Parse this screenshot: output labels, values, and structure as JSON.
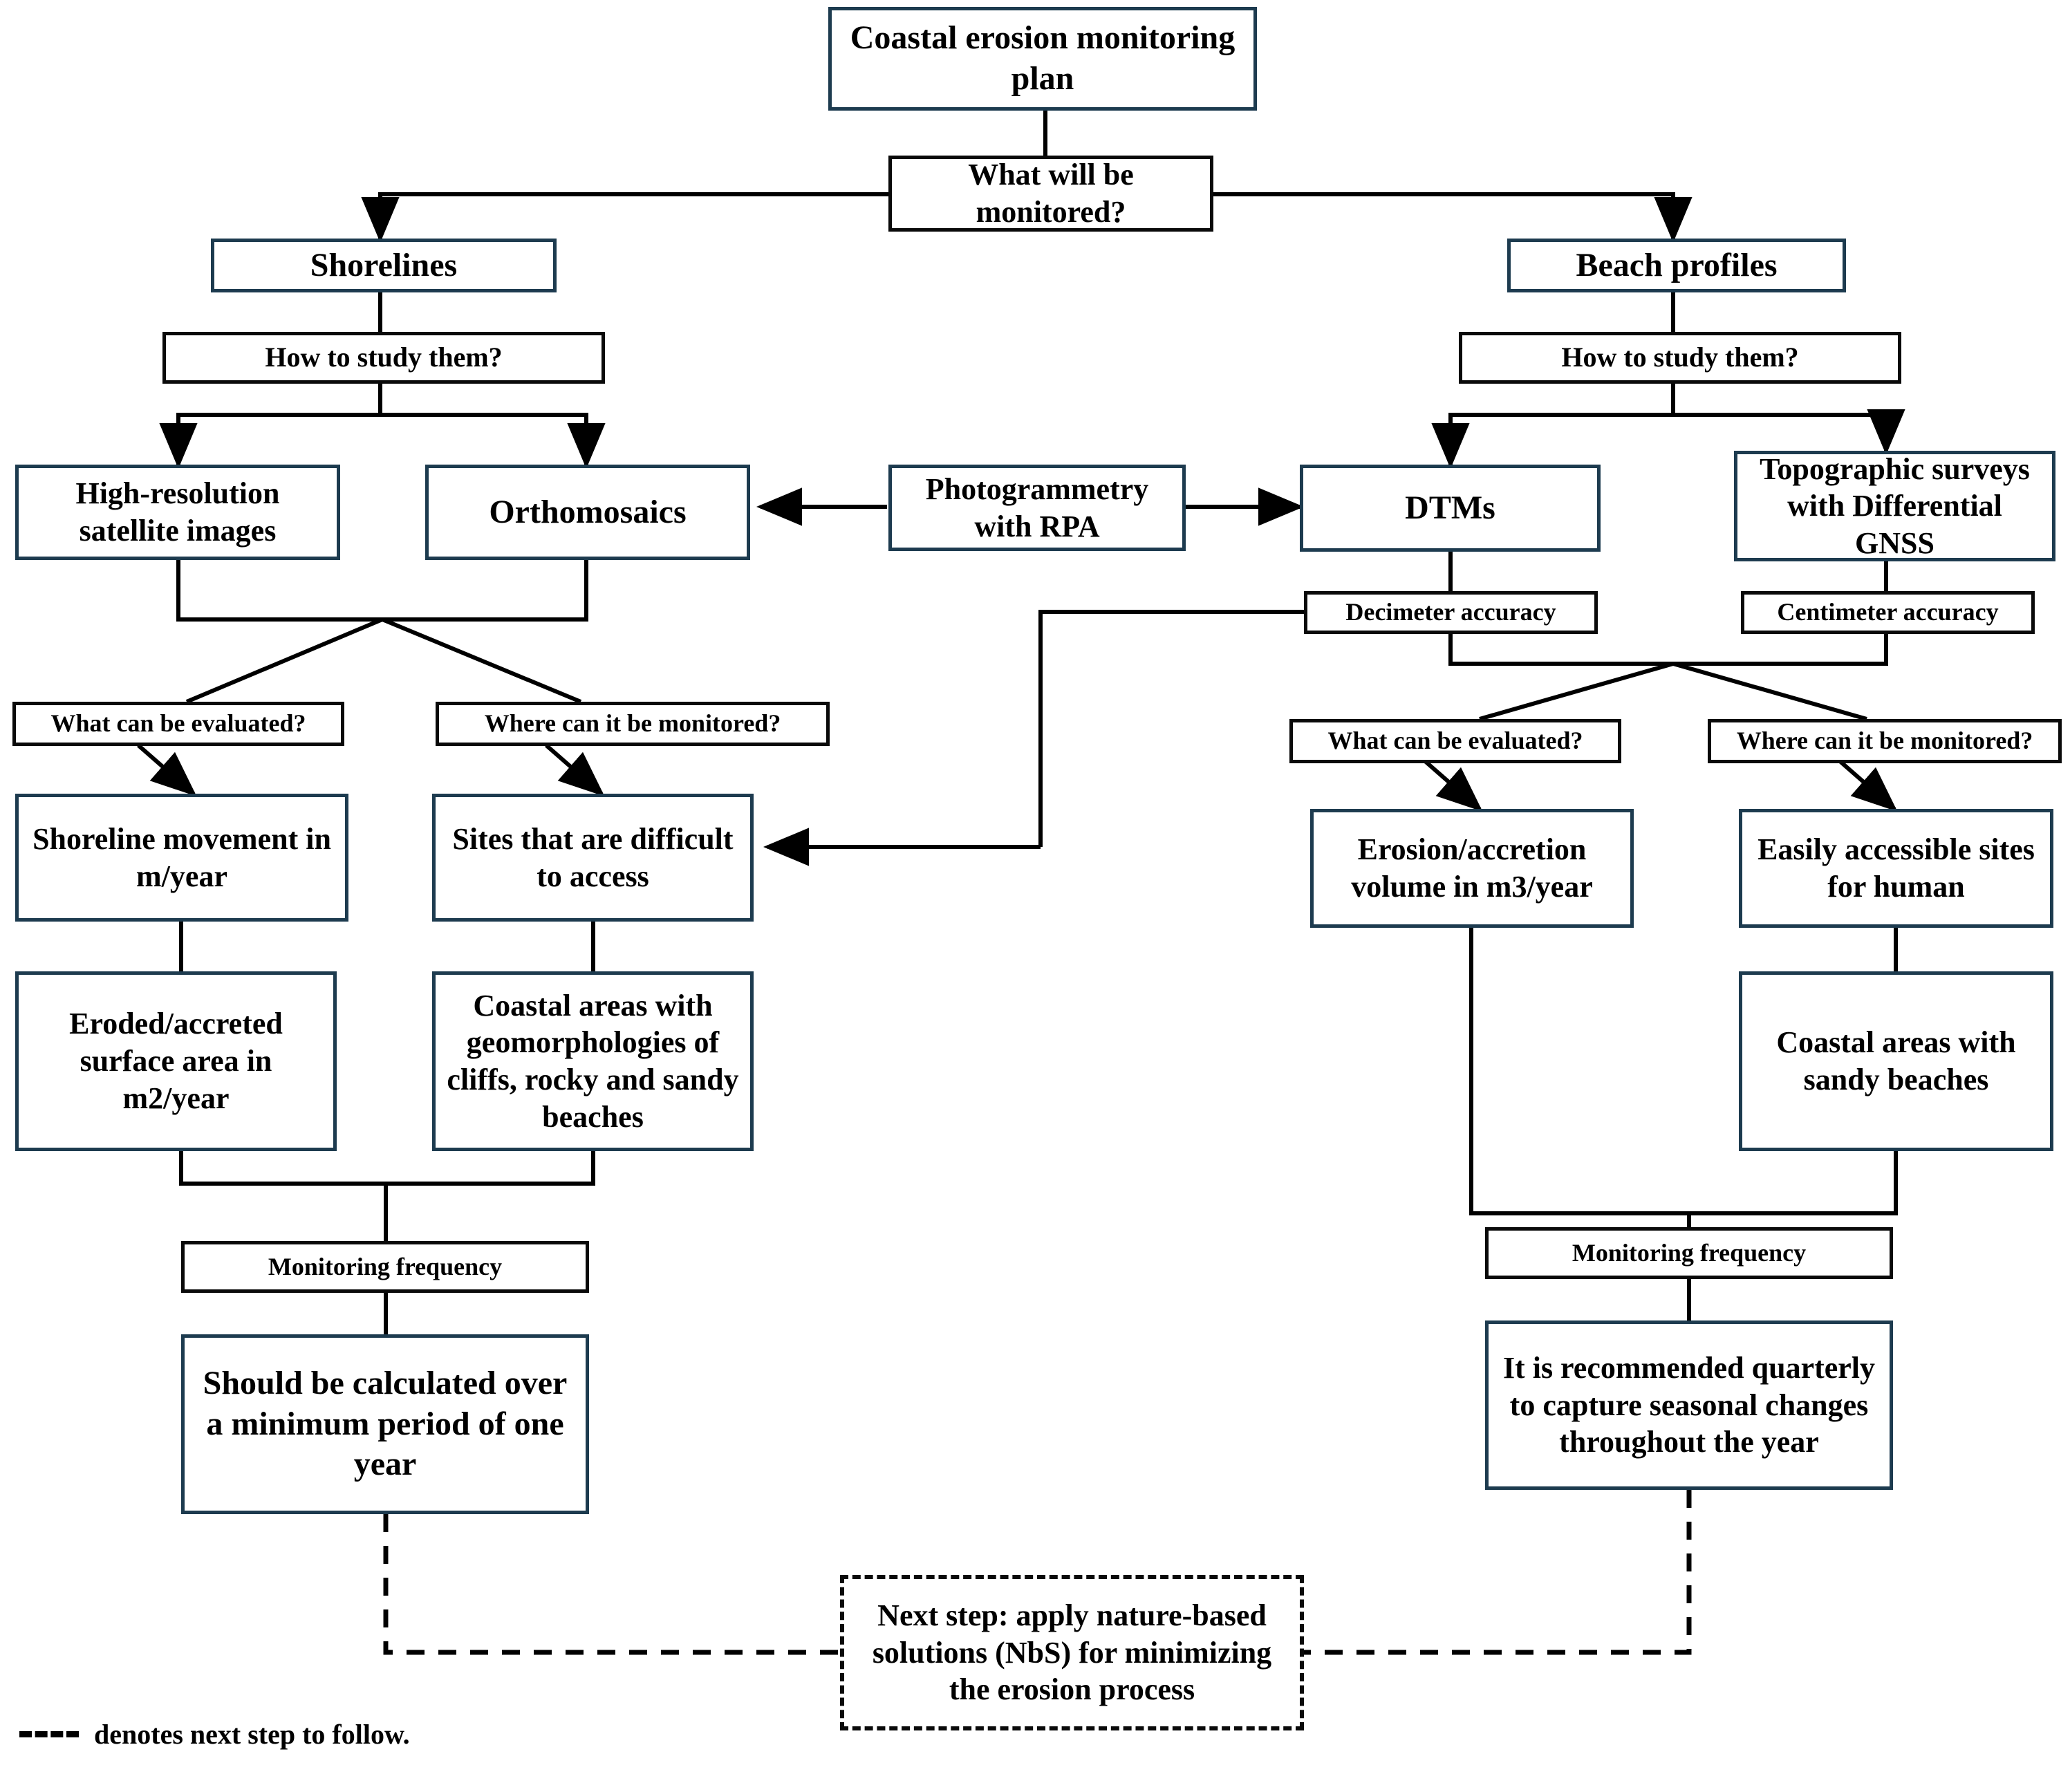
{
  "diagram": {
    "title": "Coastal erosion monitoring plan flowchart",
    "colors": {
      "content_border": "#1d3b4f",
      "question_border": "#0a0a0a",
      "line": "#000000",
      "background": "#ffffff"
    },
    "legend": {
      "dash_glyph": "dashed-line-glyph",
      "text": "denotes next step to follow."
    },
    "nodes": {
      "root": "Coastal erosion monitoring plan",
      "q_what_monitored": "What will be monitored?",
      "shorelines": "Shorelines",
      "beach_profiles": "Beach profiles",
      "q_how_study_left": "How to study them?",
      "q_how_study_right": "How to study them?",
      "satellite": "High-resolution satellite images",
      "orthomosaics": "Orthomosaics",
      "photogrammetry": "Photogrammetry with RPA",
      "dtms": "DTMs",
      "topo_surveys": "Topographic surveys with Differential GNSS",
      "decimeter": "Decimeter accuracy",
      "centimeter": "Centimeter accuracy",
      "q_eval_left": "What can be evaluated?",
      "q_where_left": "Where can it be monitored?",
      "q_eval_right": "What can be evaluated?",
      "q_where_right": "Where can it be monitored?",
      "shoreline_movement": "Shoreline movement in m/year",
      "sites_difficult": "Sites that are difficult to access",
      "erosion_volume": "Erosion/accretion volume in m3/year",
      "easily_accessible": "Easily accessible sites for human",
      "eroded_surface": "Eroded/accreted surface area in m2/year",
      "coastal_geomorph": "Coastal areas with geomorphologies of cliffs, rocky and sandy beaches",
      "coastal_sandy": "Coastal areas with sandy beaches",
      "freq_left": "Monitoring frequency",
      "freq_right": "Monitoring frequency",
      "calc_one_year": "Should be calculated over a minimum period of one year",
      "quarterly": "It is recommended quarterly to capture seasonal changes throughout the year",
      "next_step": "Next step: apply nature-based solutions (NbS) for minimizing the erosion process"
    }
  }
}
